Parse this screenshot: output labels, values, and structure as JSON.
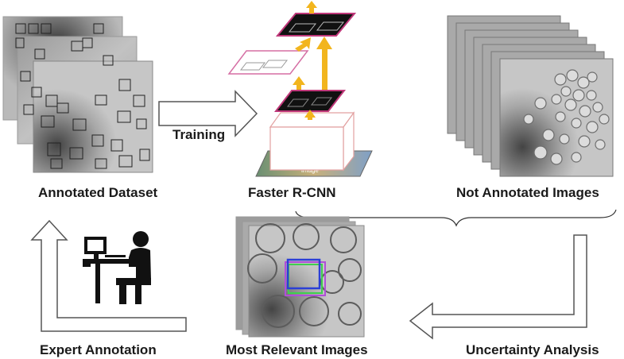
{
  "labels": {
    "annotated_dataset": "Annotated Dataset",
    "training": "Training",
    "faster_rcnn": "Faster R-CNN",
    "not_annotated_images": "Not Annotated Images",
    "expert_annotation": "Expert Annotation",
    "most_relevant_images": "Most Relevant Images",
    "uncertainty_analysis": "Uncertainty Analysis"
  },
  "network": {
    "image_label": "image"
  },
  "colors": {
    "feature_map_border": "#c0387a",
    "upward_arrow": "#f2b51d",
    "flow_arrow_fill": "#ffffff",
    "flow_arrow_stroke": "#555555",
    "box_blue": "#2b3fd6",
    "box_purple": "#b04fd8",
    "box_green": "#3fcf4f"
  },
  "icons": [
    "person-at-computer-icon"
  ]
}
